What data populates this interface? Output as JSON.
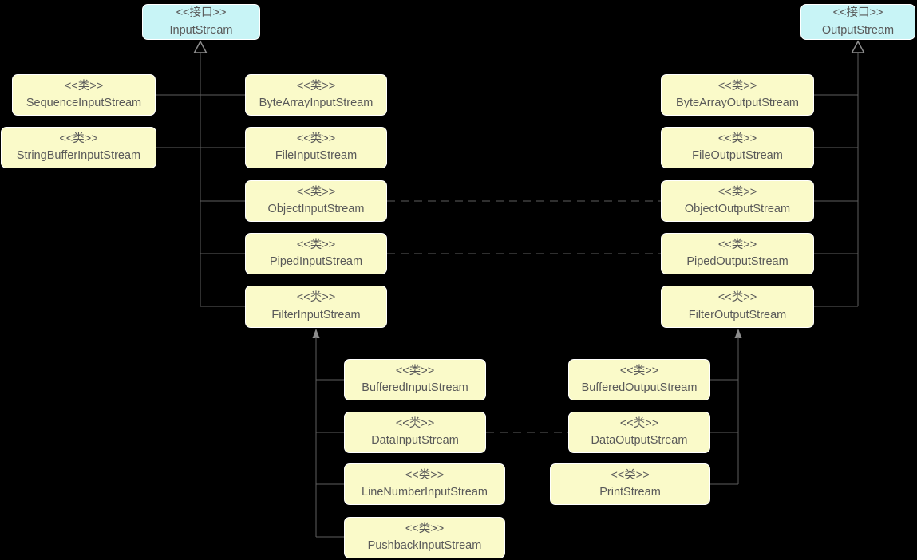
{
  "colors": {
    "background": "#000000",
    "class_fill": "#FAFAC9",
    "interface_fill": "#C8F4F6",
    "border": "#FFFFFF",
    "text": "#595959",
    "line": "#5E5E5E",
    "arrow": "#8C8C8C"
  },
  "nodes": {
    "input_stream": {
      "stereotype": "<<接口>>",
      "name": "InputStream"
    },
    "output_stream": {
      "stereotype": "<<接口>>",
      "name": "OutputStream"
    },
    "sequence_input": {
      "stereotype": "<<类>>",
      "name": "SequenceInputStream"
    },
    "string_buffer_input": {
      "stereotype": "<<类>>",
      "name": "StringBufferInputStream"
    },
    "byte_array_input": {
      "stereotype": "<<类>>",
      "name": "ByteArrayInputStream"
    },
    "file_input": {
      "stereotype": "<<类>>",
      "name": "FileInputStream"
    },
    "object_input": {
      "stereotype": "<<类>>",
      "name": "ObjectInputStream"
    },
    "piped_input": {
      "stereotype": "<<类>>",
      "name": "PipedInputStream"
    },
    "filter_input": {
      "stereotype": "<<类>>",
      "name": "FilterInputStream"
    },
    "byte_array_output": {
      "stereotype": "<<类>>",
      "name": "ByteArrayOutputStream"
    },
    "file_output": {
      "stereotype": "<<类>>",
      "name": "FileOutputStream"
    },
    "object_output": {
      "stereotype": "<<类>>",
      "name": "ObjectOutputStream"
    },
    "piped_output": {
      "stereotype": "<<类>>",
      "name": "PipedOutputStream"
    },
    "filter_output": {
      "stereotype": "<<类>>",
      "name": "FilterOutputStream"
    },
    "buffered_input": {
      "stereotype": "<<类>>",
      "name": "BufferedInputStream"
    },
    "data_input": {
      "stereotype": "<<类>>",
      "name": "DataInputStream"
    },
    "line_number_input": {
      "stereotype": "<<类>>",
      "name": "LineNumberInputStream"
    },
    "pushback_input": {
      "stereotype": "<<类>>",
      "name": "PushbackInputStream"
    },
    "buffered_output": {
      "stereotype": "<<类>>",
      "name": "BufferedOutputStream"
    },
    "data_output": {
      "stereotype": "<<类>>",
      "name": "DataOutputStream"
    },
    "print_stream": {
      "stereotype": "<<类>>",
      "name": "PrintStream"
    }
  },
  "relationships": {
    "generalization": [
      {
        "parent": "InputStream",
        "children": [
          "SequenceInputStream",
          "StringBufferInputStream",
          "ByteArrayInputStream",
          "FileInputStream",
          "ObjectInputStream",
          "PipedInputStream",
          "FilterInputStream"
        ]
      },
      {
        "parent": "OutputStream",
        "children": [
          "ByteArrayOutputStream",
          "FileOutputStream",
          "ObjectOutputStream",
          "PipedOutputStream",
          "FilterOutputStream"
        ]
      },
      {
        "parent": "FilterInputStream",
        "children": [
          "BufferedInputStream",
          "DataInputStream",
          "LineNumberInputStream",
          "PushbackInputStream"
        ]
      },
      {
        "parent": "FilterOutputStream",
        "children": [
          "BufferedOutputStream",
          "DataOutputStream",
          "PrintStream"
        ]
      }
    ],
    "dashed_links": [
      [
        "ObjectInputStream",
        "ObjectOutputStream"
      ],
      [
        "PipedInputStream",
        "PipedOutputStream"
      ],
      [
        "DataInputStream",
        "DataOutputStream"
      ]
    ]
  }
}
